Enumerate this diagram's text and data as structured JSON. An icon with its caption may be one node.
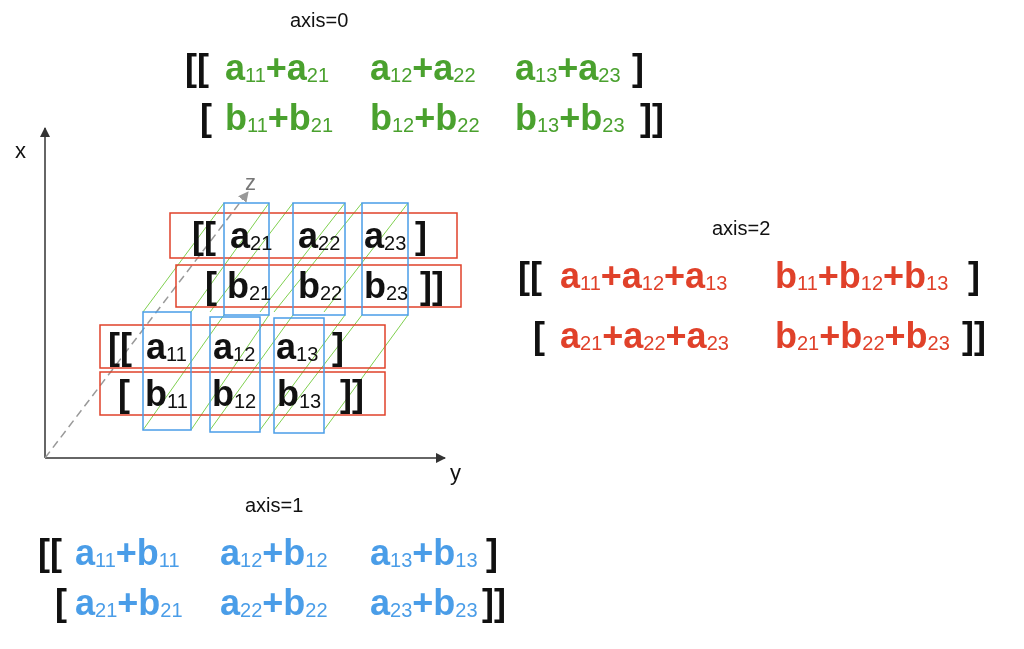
{
  "diagram": {
    "labels": [
      "axis=0",
      "[[",
      "a$_{11}$+a$_{21}$",
      "a$_{12}$+a$_{22}$",
      "a$_{13}$+a$_{23}$",
      "]",
      "[",
      "b$_{11}$+b$_{21}$",
      "b$_{12}$+b$_{22}$",
      "b$_{13}$+b$_{23}$",
      "]]",
      "x",
      "z",
      "[[",
      "a$_{21}$",
      "a$_{22}$",
      "a$_{23}$",
      "]",
      "[",
      "b$_{21}$",
      "b$_{22}$",
      "b$_{23}$",
      "]]",
      "[[",
      "a$_{11}$",
      "a$_{12}$",
      "a$_{13}$",
      "]",
      "[",
      "b$_{11}$",
      "b$_{12}$",
      "b$_{13}$",
      "]]",
      "axis=2",
      "[[",
      "a$_{11}$+a$_{12}$+a$_{13}$",
      "b$_{11}$+b$_{12}$+b$_{13}$",
      "]",
      "[",
      "a$_{21}$+a$_{22}$+a$_{23}$",
      "b$_{21}$+b$_{22}$+b$_{23}$",
      "]]",
      "y",
      "axis=1",
      "[[",
      "a$_{11}$+b$_{11}$",
      "a$_{12}$+b$_{12}$",
      "a$_{13}$+b$_{13}$",
      "]",
      "[",
      "a$_{21}$+b$_{21}$",
      "a$_{22}$+b$_{22}$",
      "a$_{23}$+b$_{23}$",
      "]]"
    ]
  }
}
